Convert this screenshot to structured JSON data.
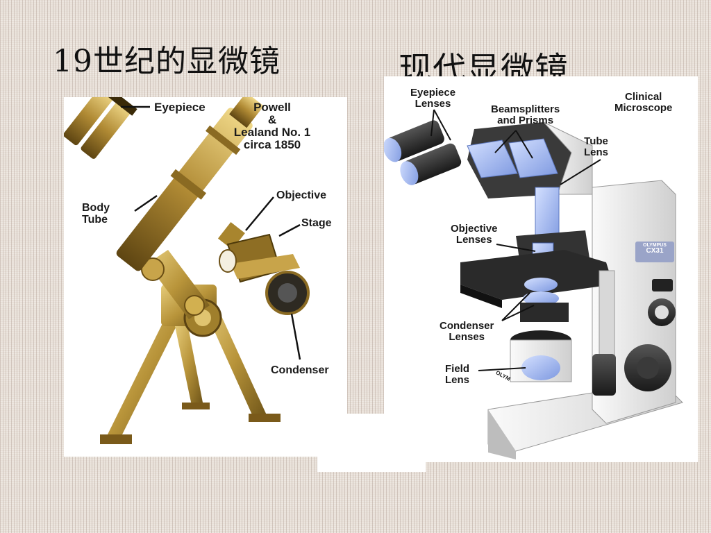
{
  "slide": {
    "title_left": "19世纪的显微镜",
    "title_right": "现代显微镜"
  },
  "old_microscope": {
    "label_eyepiece": "Eyepiece",
    "caption_line1": "Powell",
    "caption_line2": "&",
    "caption_line3": "Lealand No. 1",
    "caption_line4": "circa 1850",
    "label_body_tube_1": "Body",
    "label_body_tube_2": "Tube",
    "label_objective": "Objective",
    "label_stage": "Stage",
    "label_condenser": "Condenser"
  },
  "modern_microscope": {
    "label_eyepiece_1": "Eyepiece",
    "label_eyepiece_2": "Lenses",
    "label_beam_1": "Beamsplitters",
    "label_beam_2": "and Prisms",
    "label_clinical_1": "Clinical",
    "label_clinical_2": "Microscope",
    "label_tube_1": "Tube",
    "label_tube_2": "Lens",
    "label_objective_1": "Objective",
    "label_objective_2": "Lenses",
    "label_condenser_1": "Condenser",
    "label_condenser_2": "Lenses",
    "label_field_1": "Field",
    "label_field_2": "Lens",
    "brand_1": "OLYMPUS",
    "brand_2": "CX31",
    "base_mark": "OLYM"
  },
  "colors": {
    "brass": "#b8943a",
    "lens_blue": "#9fb7f0",
    "body_white": "#ececec",
    "body_dark": "#2a2a2a"
  }
}
